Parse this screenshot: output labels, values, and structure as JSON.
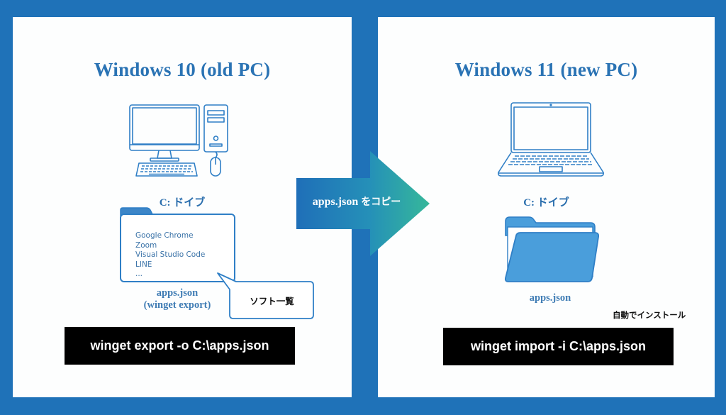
{
  "colors": {
    "background": "#1f72b8",
    "panel": "#fdfefe",
    "title": "#2a73b4",
    "icon_stroke": "#2f7fc6",
    "folder_fill": "#4a9edb",
    "command_bg": "#000000",
    "command_text": "#ffffff",
    "arrow_gradient_start": "#1f6fb8",
    "arrow_gradient_end": "#33b39c"
  },
  "left_panel": {
    "title": "Windows 10 (old PC)",
    "device_icon": "desktop-pc-icon",
    "drive_label": "C: ドイブ",
    "folder_icon": "folder-outline-icon",
    "app_list": [
      "Google Chrome",
      "Zoom",
      "Visual Studio Code",
      "LINE",
      "..."
    ],
    "file_label_line1": "apps.json",
    "file_label_line2": "(winget export)",
    "callout": "ソフト一覧",
    "command": "winget export -o C:\\apps.json"
  },
  "transfer_arrow": {
    "label_file": "apps.json",
    "label_action": "をコピー"
  },
  "right_panel": {
    "title": "Windows 11 (new PC)",
    "device_icon": "laptop-icon",
    "drive_label": "C: ドイブ",
    "folder_icon": "folder-open-icon",
    "file_label": "apps.json",
    "note": "自動でインストール",
    "command": "winget import -i C:\\apps.json"
  }
}
